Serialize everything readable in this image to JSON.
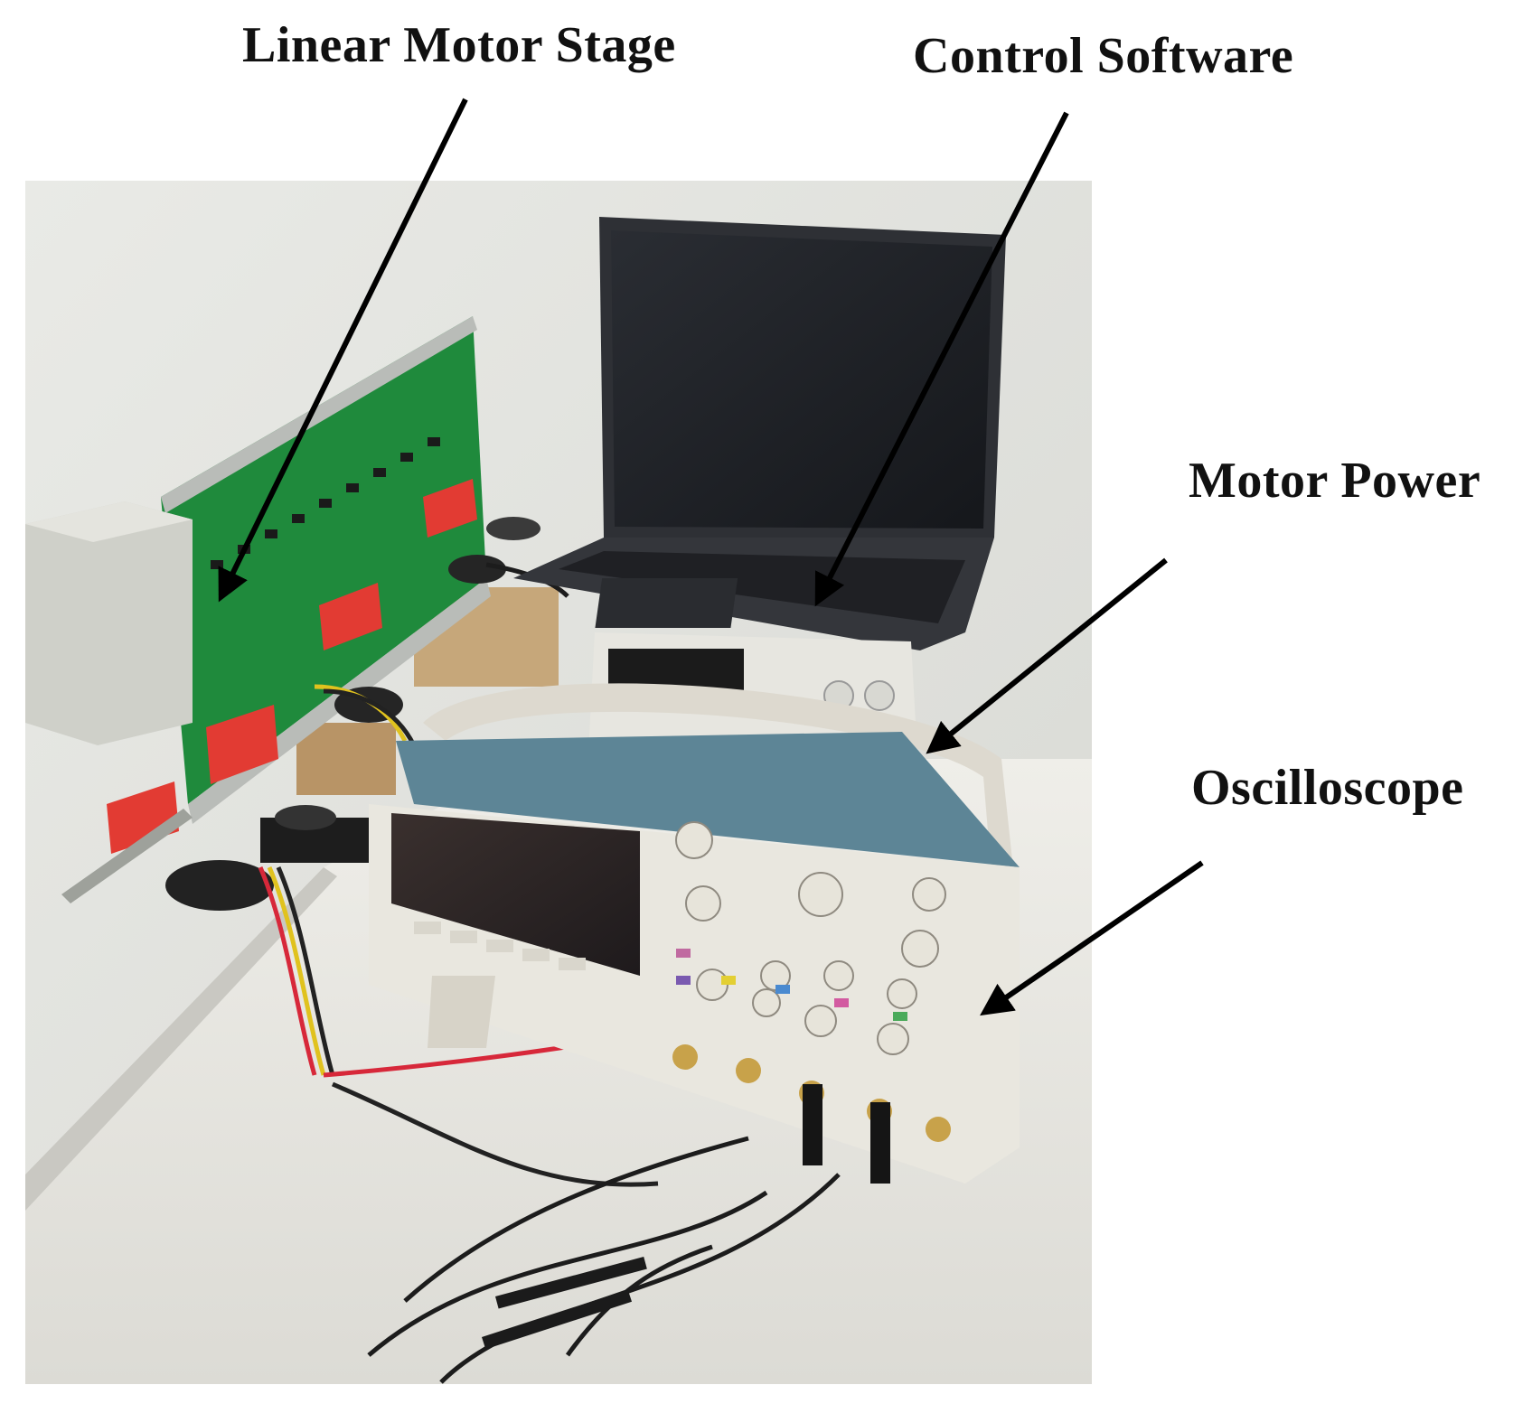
{
  "labels": {
    "linear_motor_stage": "Linear Motor Stage",
    "control_software": "Control Software",
    "motor_power": "Motor Power",
    "oscilloscope": "Oscilloscope"
  },
  "colors": {
    "text": "#111111",
    "arrow": "#000000",
    "wall": "#e6e7e3",
    "table": "#ecebe6",
    "pcb_green": "#1f8a3c",
    "laptop": "#2b2d31",
    "scope_body": "#e9e7df",
    "scope_blue": "#5d8596"
  }
}
